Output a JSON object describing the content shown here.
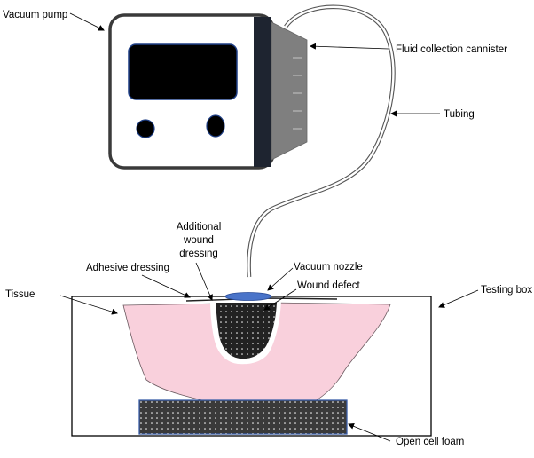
{
  "labels": {
    "vacuum_pump": "Vacuum pump",
    "fluid_cannister": "Fluid collection cannister",
    "tubing": "Tubing",
    "additional_dressing": [
      "Additional",
      "wound",
      "dressing"
    ],
    "adhesive_dressing": "Adhesive dressing",
    "vacuum_nozzle": "Vacuum nozzle",
    "wound_defect": "Wound defect",
    "tissue": "Tissue",
    "testing_box": "Testing box",
    "open_cell_foam": "Open cell foam"
  },
  "colors": {
    "pump_body": "#ffffff",
    "pump_outline": "#3a3a3a",
    "screen": "#000000",
    "screen_edge": "#1f3f86",
    "side_panel": "#1e2430",
    "cannister": "#7f7f7f",
    "tissue_fill": "#f9d0dc",
    "foam": "#3a3a3a",
    "foam_edge": "#3a5ea8",
    "nozzle": "#4a74c9",
    "wound_fill": "#222222"
  }
}
